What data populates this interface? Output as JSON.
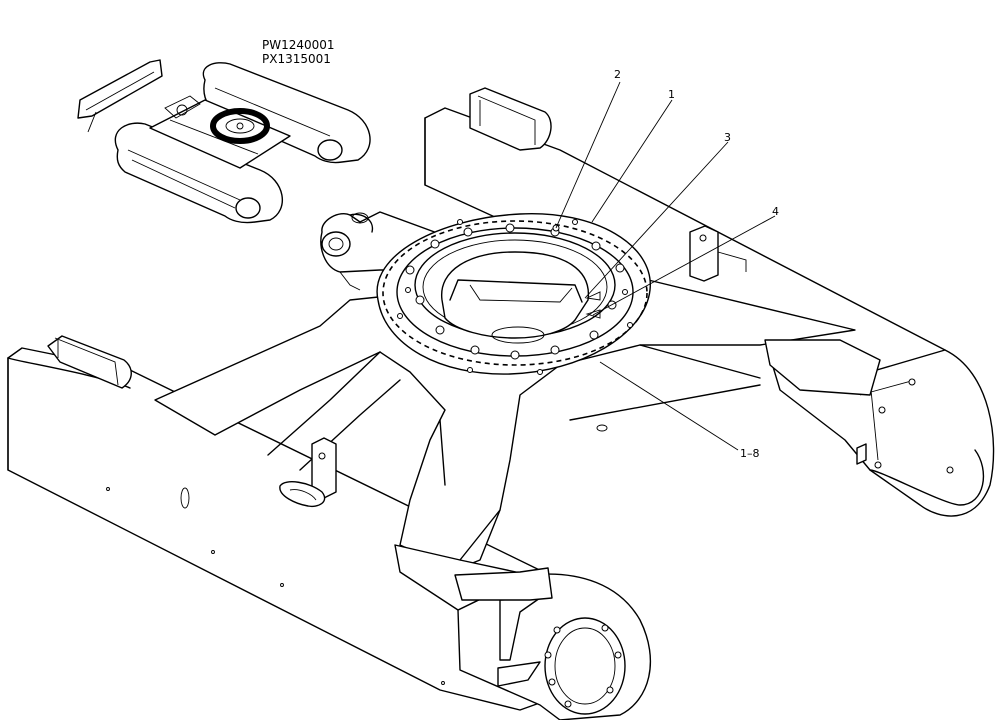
{
  "serials": [
    "PW1240001",
    "PX1315001"
  ],
  "callouts": [
    {
      "id": "2",
      "label": "2"
    },
    {
      "id": "1",
      "label": "1"
    },
    {
      "id": "3",
      "label": "3"
    },
    {
      "id": "4",
      "label": "4"
    },
    {
      "id": "1-8",
      "label": "1–8"
    }
  ],
  "icons": {
    "overview": "excavator-undercarriage-thumbnail",
    "highlight": "slewing-ring-highlight-circle"
  }
}
